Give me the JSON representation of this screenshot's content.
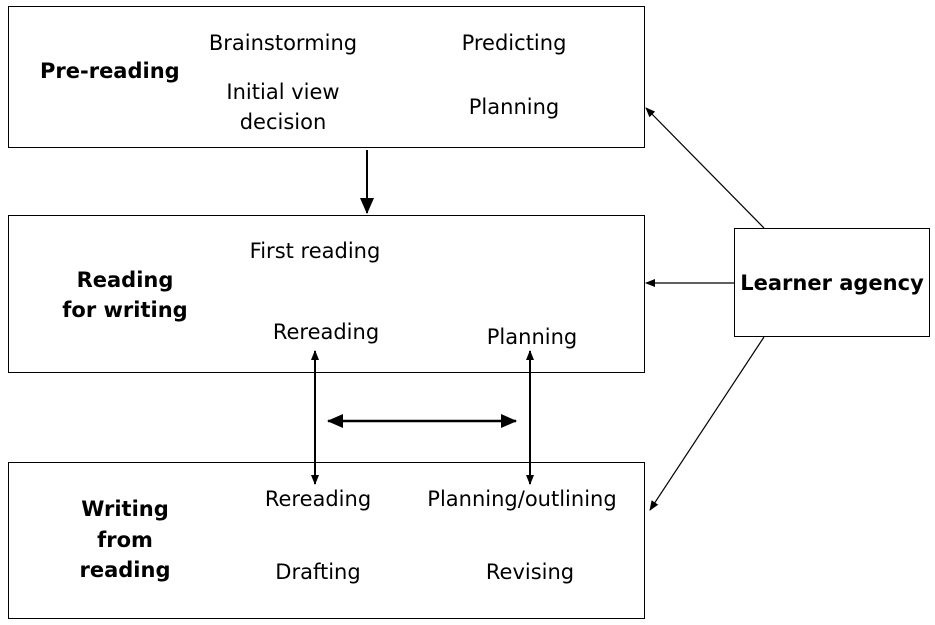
{
  "stages": {
    "pre_reading": {
      "title": "Pre-reading",
      "items": {
        "brainstorming": "Brainstorming",
        "predicting": "Predicting",
        "initial_view_line1": "Initial view",
        "initial_view_line2": "decision",
        "planning": "Planning"
      }
    },
    "reading_for_writing": {
      "title_line1": "Reading",
      "title_line2": "for writing",
      "items": {
        "first_reading": "First reading",
        "rereading": "Rereading",
        "planning": "Planning"
      }
    },
    "writing_from_reading": {
      "title_line1": "Writing",
      "title_line2": "from",
      "title_line3": "reading",
      "items": {
        "rereading": "Rereading",
        "planning_outlining": "Planning/outlining",
        "drafting": "Drafting",
        "revising": "Revising"
      }
    }
  },
  "agency": {
    "label": "Learner agency"
  }
}
